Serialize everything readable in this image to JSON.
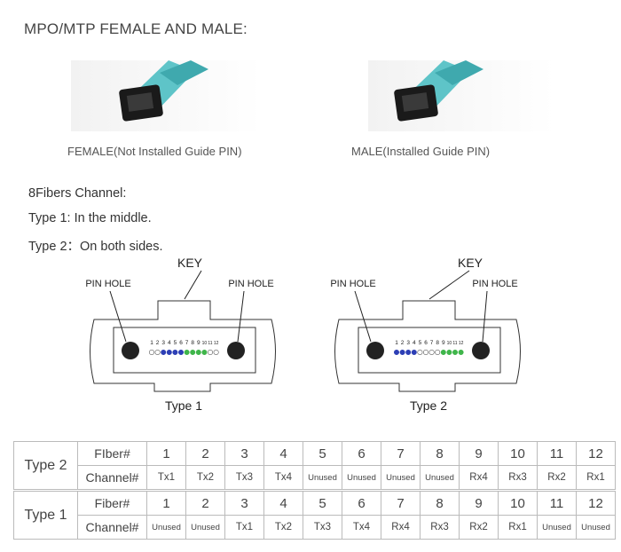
{
  "title": "MPO/MTP FEMALE AND MALE:",
  "photos": {
    "female_caption": "FEMALE(Not Installed Guide PIN)",
    "male_caption": "MALE(Installed Guide PIN)"
  },
  "info": {
    "line1": "8Fibers Channel:",
    "line2": "Type 1: In the middle.",
    "line3": "Type 2：On both sides."
  },
  "diagram": {
    "key_label": "KEY",
    "pin_hole_label": "PIN HOLE",
    "fiber_numbers": [
      "1",
      "2",
      "3",
      "4",
      "5",
      "6",
      "7",
      "8",
      "9",
      "10",
      "11",
      "12"
    ],
    "colors": {
      "tx": "#2d3fb5",
      "rx": "#3fb54a",
      "unused": "#ffffff",
      "pin": "#222222"
    },
    "type1": {
      "caption": "Type 1",
      "fiber_states": [
        "unused",
        "unused",
        "tx",
        "tx",
        "tx",
        "tx",
        "rx",
        "rx",
        "rx",
        "rx",
        "unused",
        "unused"
      ]
    },
    "type2": {
      "caption": "Type 2",
      "fiber_states": [
        "tx",
        "tx",
        "tx",
        "tx",
        "unused",
        "unused",
        "unused",
        "unused",
        "rx",
        "rx",
        "rx",
        "rx"
      ]
    }
  },
  "table": {
    "fiber_header": "Fiber#",
    "fiber_header_alt": "FIber#",
    "channel_header": "Channel#",
    "fibers": [
      "1",
      "2",
      "3",
      "4",
      "5",
      "6",
      "7",
      "8",
      "9",
      "10",
      "11",
      "12"
    ],
    "type2": {
      "label": "Type 2",
      "channels": [
        "Tx1",
        "Tx2",
        "Tx3",
        "Tx4",
        "Unused",
        "Unused",
        "Unused",
        "Unused",
        "Rx4",
        "Rx3",
        "Rx2",
        "Rx1"
      ]
    },
    "type1": {
      "label": "Type 1",
      "channels": [
        "Unused",
        "Unused",
        "Tx1",
        "Tx2",
        "Tx3",
        "Tx4",
        "Rx4",
        "Rx3",
        "Rx2",
        "Rx1",
        "Unused",
        "Unused"
      ]
    }
  }
}
